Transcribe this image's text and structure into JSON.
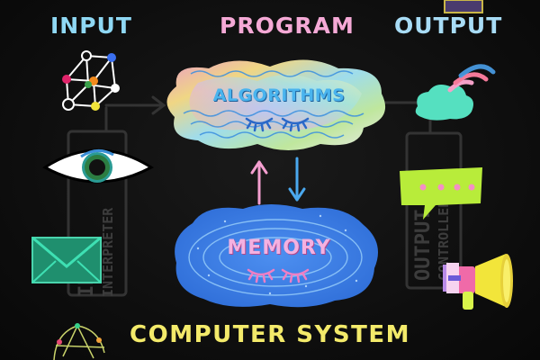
{
  "headers": {
    "input": "INPUT",
    "program": "PROGRAM",
    "output": "OUTPUT"
  },
  "clouds": {
    "algorithms": "ALGORITHMS",
    "memory": "MEMORY"
  },
  "side_boxes": {
    "input_word": "INPUT",
    "input_sub": "INTERPRETER",
    "output_word": "OUTPUT",
    "output_sub": "CONTROLLER"
  },
  "footer": "COMPUTER SYSTEM",
  "colors": {
    "input_header": "#8fd8f4",
    "program_header": "#f5a9d6",
    "output_header": "#a8dcf6",
    "footer": "#f3ea6a",
    "memory_cloud": "#3f7fe0",
    "arrow_up": "#f49fd0",
    "arrow_down": "#4aa8ee"
  },
  "icons": [
    "cube-network-icon",
    "eye-icon",
    "envelope-icon",
    "globe-network-icon",
    "cloud-signal-icon",
    "speech-bubble-icon",
    "megaphone-icon"
  ]
}
